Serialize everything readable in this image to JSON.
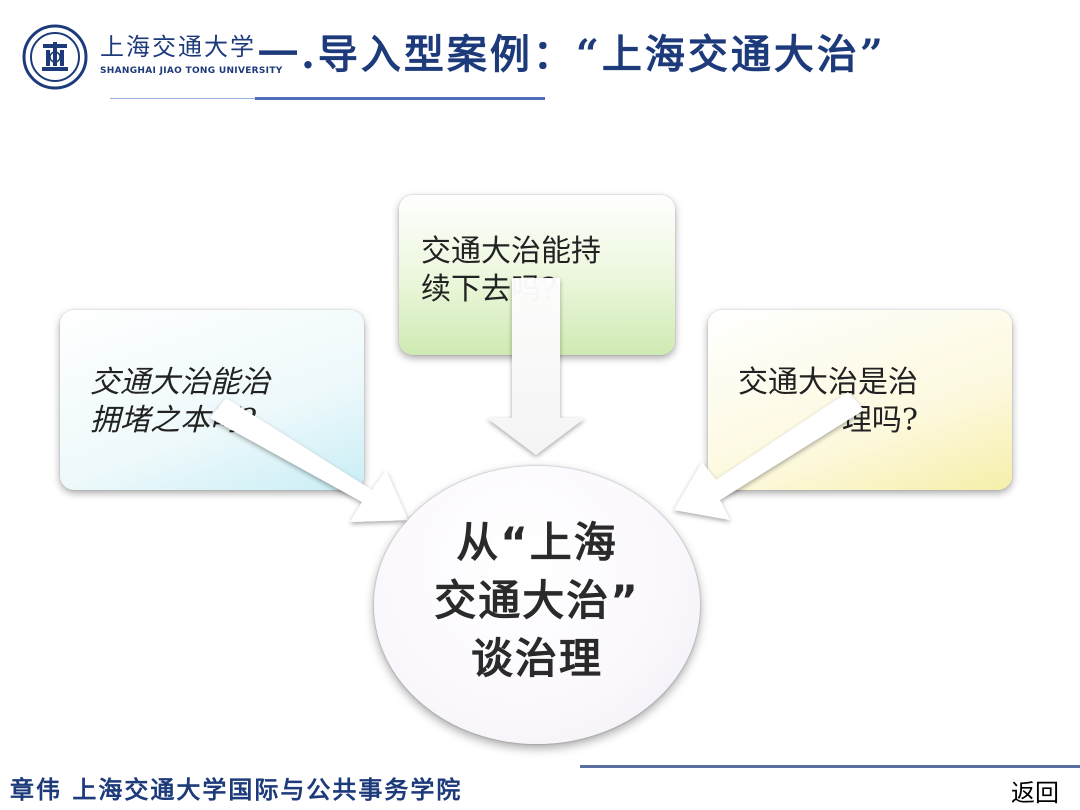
{
  "header": {
    "university_cn": "上海交通大学",
    "university_en": "SHANGHAI JIAO TONG UNIVERSITY",
    "title": "一.导入型案例：“上海交通大治”"
  },
  "diagram": {
    "top_box": "交通大治能持\n续下去吗?",
    "left_box": "交通大治能治\n拥堵之本吗?",
    "right_box": "交通大治是治\n理吗?",
    "center": "从“上海\n交通大治”\n谈治理"
  },
  "footer": {
    "author": "章伟  上海交通大学国际与公共事务学院",
    "back_label": "返回"
  },
  "colors": {
    "brand_blue": "#1d3a7a",
    "top_box_green": "#cfeab2",
    "left_box_cyan": "#c9eef6",
    "right_box_yellow": "#f6efaa"
  }
}
